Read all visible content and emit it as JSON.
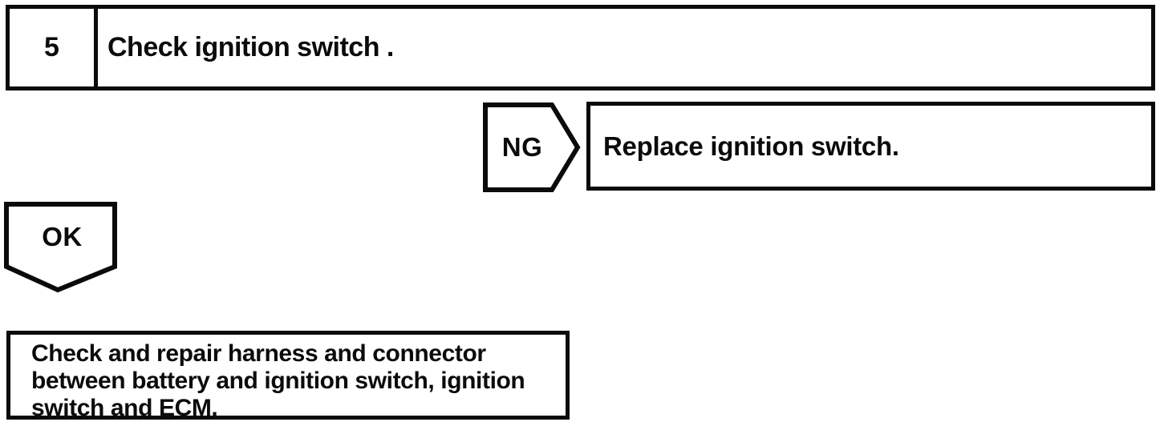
{
  "diagram": {
    "step": {
      "number": "5",
      "instruction": "Check ignition switch ."
    },
    "ng": {
      "label": "NG",
      "action": "Replace ignition switch."
    },
    "ok": {
      "label": "OK",
      "action_lines": [
        "Check and repair harness and connector",
        "between battery and ignition switch, ignition",
        "switch and ECM."
      ]
    },
    "colors": {
      "ink": "#0b0b0b",
      "background": "#ffffff"
    }
  }
}
